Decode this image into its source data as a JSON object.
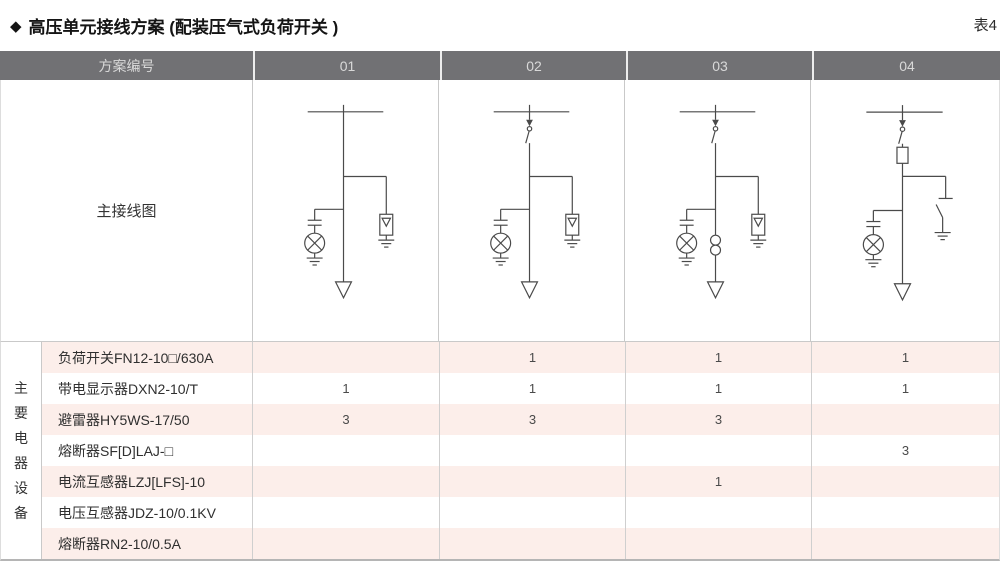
{
  "page": {
    "bullet": "◆",
    "title": "高压单元接线方案 (配装压气式负荷开关 )",
    "table_tag": "表4"
  },
  "table": {
    "header": {
      "scheme_label": "方案编号",
      "schemes": [
        "01",
        "02",
        "03",
        "04"
      ]
    },
    "diagram_row_label": "主接线图",
    "equipment_group_label": "主要电器设备",
    "equipment_rows": [
      {
        "name": "负荷开关FN12-10□/630A",
        "values": [
          "",
          "1",
          "1",
          "1"
        ]
      },
      {
        "name": "带电显示器DXN2-10/T",
        "values": [
          "1",
          "1",
          "1",
          "1"
        ]
      },
      {
        "name": "避雷器HY5WS-17/50",
        "values": [
          "3",
          "3",
          "3",
          ""
        ]
      },
      {
        "name": "熔断器SF[D]LAJ-□",
        "values": [
          "",
          "",
          "",
          "3"
        ]
      },
      {
        "name": "电流互感器LZJ[LFS]-10",
        "values": [
          "",
          "",
          "1",
          ""
        ]
      },
      {
        "name": "电压互感器JDZ-10/0.1KV",
        "values": [
          "",
          "",
          "",
          ""
        ]
      },
      {
        "name": "熔断器RN2-10/0.5A",
        "values": [
          "",
          "",
          "",
          ""
        ]
      }
    ],
    "diagrams": [
      {
        "scheme": "01",
        "features": {
          "load_switch": false,
          "fuse": false,
          "arrester": true,
          "current_transformer": false,
          "earth_switch": false,
          "display_device": true,
          "outgoing_arrow": true
        }
      },
      {
        "scheme": "02",
        "features": {
          "load_switch": true,
          "fuse": false,
          "arrester": true,
          "current_transformer": false,
          "earth_switch": false,
          "display_device": true,
          "outgoing_arrow": true
        }
      },
      {
        "scheme": "03",
        "features": {
          "load_switch": true,
          "fuse": false,
          "arrester": true,
          "current_transformer": true,
          "earth_switch": false,
          "display_device": true,
          "outgoing_arrow": true
        }
      },
      {
        "scheme": "04",
        "features": {
          "load_switch": true,
          "fuse": true,
          "arrester": false,
          "current_transformer": false,
          "earth_switch": true,
          "display_device": true,
          "outgoing_arrow": true
        }
      }
    ]
  },
  "colors": {
    "header_bg": "#717174",
    "header_text": "#d9d9d9",
    "row_stripe": "#fceeea",
    "border": "#c9c9c9",
    "diagram_line": "#4a4a4a",
    "text": "#333333"
  }
}
